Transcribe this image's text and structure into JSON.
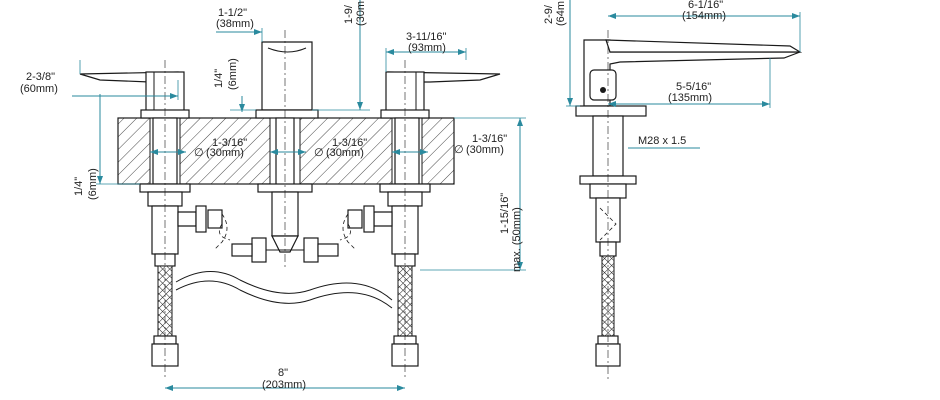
{
  "colors": {
    "dimension": "#2a8a9e",
    "linework": "#1a1a1a",
    "background": "#ffffff"
  },
  "dimensions": {
    "handle_width_in": "2-3/8\"",
    "handle_width_mm": "(60mm)",
    "spout_width_in": "1-1/2\"",
    "spout_width_mm": "(38mm)",
    "handle_gap_in": "1/4\"",
    "handle_gap_mm": "(6mm)",
    "spout_height_in": "1-9/",
    "spout_height_mm": "(30m",
    "handle_span_in": "3-11/16\"",
    "handle_span_mm": "(93mm)",
    "hole_left_in": "1-3/16\"",
    "hole_left_mm": "(30mm)",
    "hole_center_in": "1-3/16\"",
    "hole_center_mm": "(30mm)",
    "hole_right_in": "1-3/16\"",
    "hole_right_mm": "(30mm)",
    "diameter_symbol": "∅",
    "deck_thickness_in": "1/4\"",
    "deck_thickness_mm": "(6mm)",
    "max_deck_in": "1-15/16\"",
    "max_deck_mm": "max. (50mm)",
    "center_spread_in": "8\"",
    "center_spread_mm": "(203mm)",
    "side_height_in": "2-9/",
    "side_height_mm": "(64m",
    "spout_reach_in": "6-1/16\"",
    "spout_reach_mm": "(154mm)",
    "spout_projection_in": "5-5/16\"",
    "spout_projection_mm": "(135mm)",
    "thread_spec": "M28 x 1.5"
  }
}
